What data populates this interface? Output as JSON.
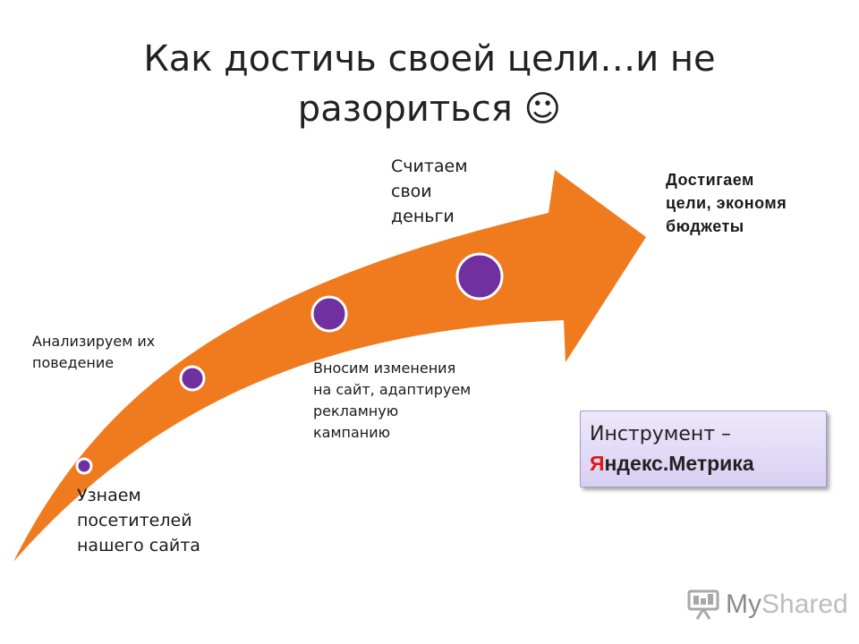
{
  "title": {
    "line1": "Как достичь  своей цели…и не",
    "line2": "разориться",
    "smiley": "☺"
  },
  "steps": [
    {
      "text": [
        "Узнаем",
        "посетителей",
        "нашего сайта"
      ]
    },
    {
      "text": [
        "Анализируем их",
        "поведение"
      ]
    },
    {
      "text": [
        "Вносим изменения",
        "на сайт, адаптируем",
        "рекламную",
        "кампанию"
      ]
    },
    {
      "text": [
        "Считаем",
        "свои",
        "деньги"
      ]
    }
  ],
  "goal": {
    "text": [
      "Достигаем",
      "цели, экономя",
      "бюджеты"
    ]
  },
  "tool": {
    "prefix": "Инструмент –",
    "brand_first": "Я",
    "brand_rest": "ндекс.Метрика"
  },
  "watermark": {
    "my": "My",
    "shared": "Shared"
  },
  "colors": {
    "arrow": "#f07b1e",
    "dot": "#7030a0",
    "dot_border": "#ffffff",
    "brand_red": "#e01818"
  },
  "icons": {
    "watermark_logo": "presentation-board-icon"
  }
}
